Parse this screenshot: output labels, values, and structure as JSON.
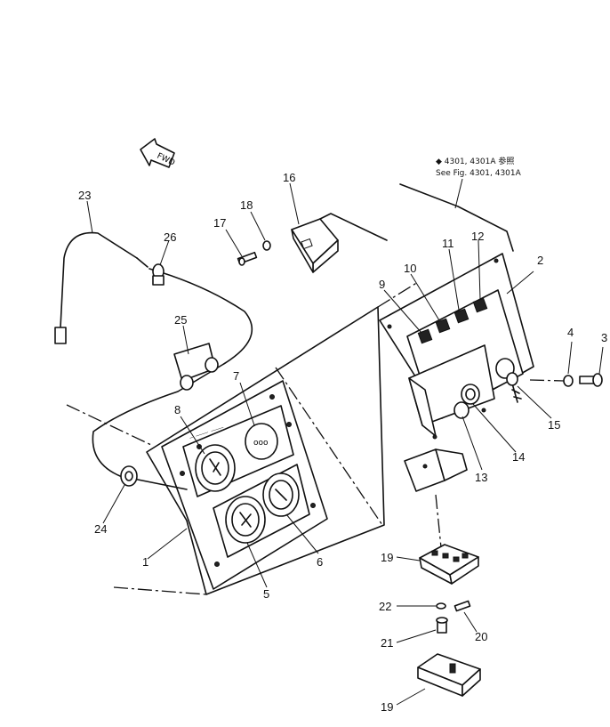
{
  "note": {
    "line1": "◆ 4301, 4301A 参照",
    "line2": "See Fig. 4301, 4301A"
  },
  "fwd_label": "FWD",
  "callouts": [
    {
      "id": "c1",
      "label": "1"
    },
    {
      "id": "c2",
      "label": "2"
    },
    {
      "id": "c3",
      "label": "3"
    },
    {
      "id": "c4",
      "label": "4"
    },
    {
      "id": "c5",
      "label": "5"
    },
    {
      "id": "c6",
      "label": "6"
    },
    {
      "id": "c7",
      "label": "7"
    },
    {
      "id": "c8",
      "label": "8"
    },
    {
      "id": "c9",
      "label": "9"
    },
    {
      "id": "c10",
      "label": "10"
    },
    {
      "id": "c11",
      "label": "11"
    },
    {
      "id": "c12",
      "label": "12"
    },
    {
      "id": "c13",
      "label": "13"
    },
    {
      "id": "c14",
      "label": "14"
    },
    {
      "id": "c15",
      "label": "15"
    },
    {
      "id": "c16",
      "label": "16"
    },
    {
      "id": "c17",
      "label": "17"
    },
    {
      "id": "c18",
      "label": "18"
    },
    {
      "id": "c19a",
      "label": "19"
    },
    {
      "id": "c19b",
      "label": "19"
    },
    {
      "id": "c20",
      "label": "20"
    },
    {
      "id": "c21",
      "label": "21"
    },
    {
      "id": "c22",
      "label": "22"
    },
    {
      "id": "c23",
      "label": "23"
    },
    {
      "id": "c24",
      "label": "24"
    },
    {
      "id": "c25",
      "label": "25"
    },
    {
      "id": "c26",
      "label": "26"
    }
  ]
}
